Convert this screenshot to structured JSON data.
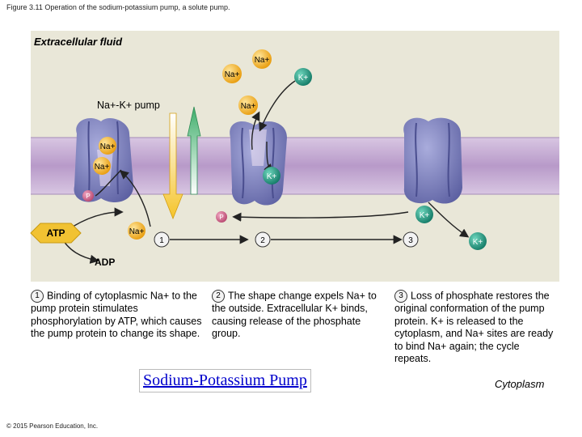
{
  "figure_title": "Figure 3.11 Operation of the sodium-potassium pump, a solute pump.",
  "regions": {
    "extracellular": "Extracellular fluid",
    "cytoplasm": "Cytoplasm"
  },
  "pump_label": "Na+-K+ pump",
  "ions": {
    "na": "Na+",
    "k": "K+",
    "p": "P",
    "atp": "ATP",
    "adp": "ADP"
  },
  "step_markers": [
    "1",
    "2",
    "3"
  ],
  "captions": [
    {
      "num": "1",
      "text": "Binding of cytoplasmic Na+ to the pump protein stimulates phosphorylation by ATP, which causes the pump protein to change its shape."
    },
    {
      "num": "2",
      "text": "The shape change expels Na+ to the outside. Extracellular K+ binds, causing release of the phosphate group."
    },
    {
      "num": "3",
      "text": "Loss of phosphate restores the original conformation of the pump protein. K+ is released to the cytoplasm, and Na+ sites are ready to bind Na+ again; the cycle repeats."
    }
  ],
  "link_text": "Sodium-Potassium Pump",
  "copyright": "© 2015 Pearson Education, Inc.",
  "colors": {
    "na_ion": "#f3b31a",
    "k_ion": "#1f9b82",
    "phosphate": "#cc5f86",
    "protein": "#7e82bf",
    "membrane": "#c9b3d6",
    "arrow_up": "#3fae6b",
    "arrow_down": "#f5c42a"
  }
}
